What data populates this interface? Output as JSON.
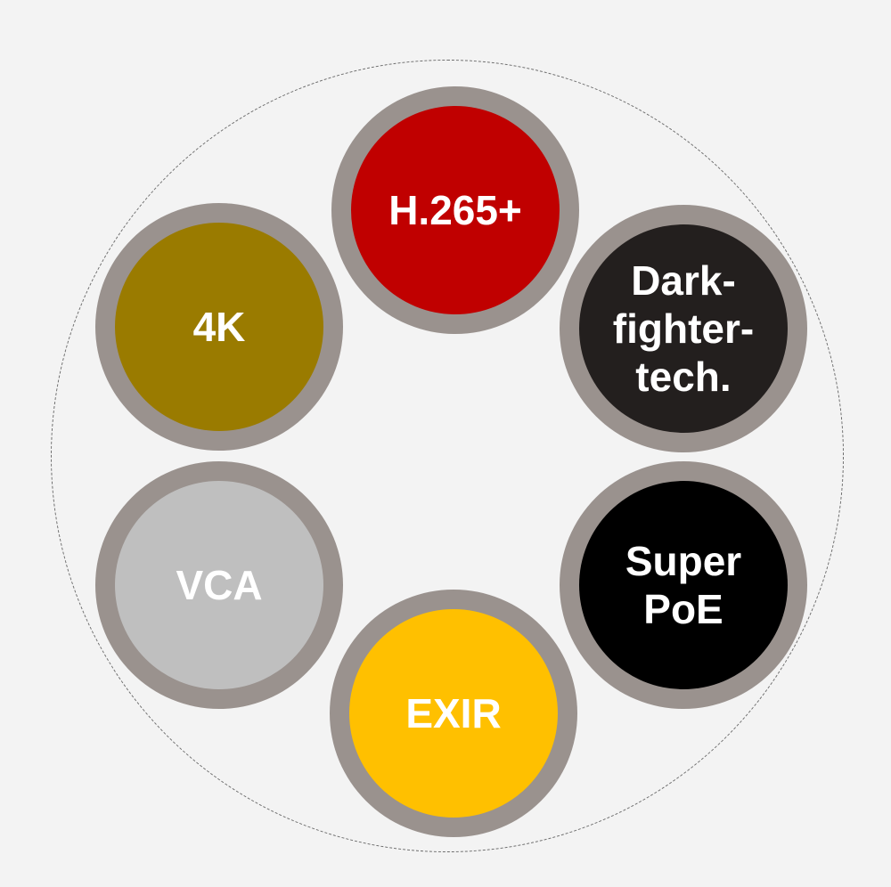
{
  "nodes": [
    {
      "id": "h265",
      "label": "H.265+",
      "color": "#c00000"
    },
    {
      "id": "dark",
      "label": "Dark-\nfighter-\ntech.",
      "color": "#231f1e"
    },
    {
      "id": "poe",
      "label": "Super\nPoE",
      "color": "#000000"
    },
    {
      "id": "exir",
      "label": "EXIR",
      "color": "#ffc000"
    },
    {
      "id": "vca",
      "label": "VCA",
      "color": "#bfbfbf"
    },
    {
      "id": "4k",
      "label": "4K",
      "color": "#9a7b00"
    }
  ],
  "ring_color": "#9a928e"
}
